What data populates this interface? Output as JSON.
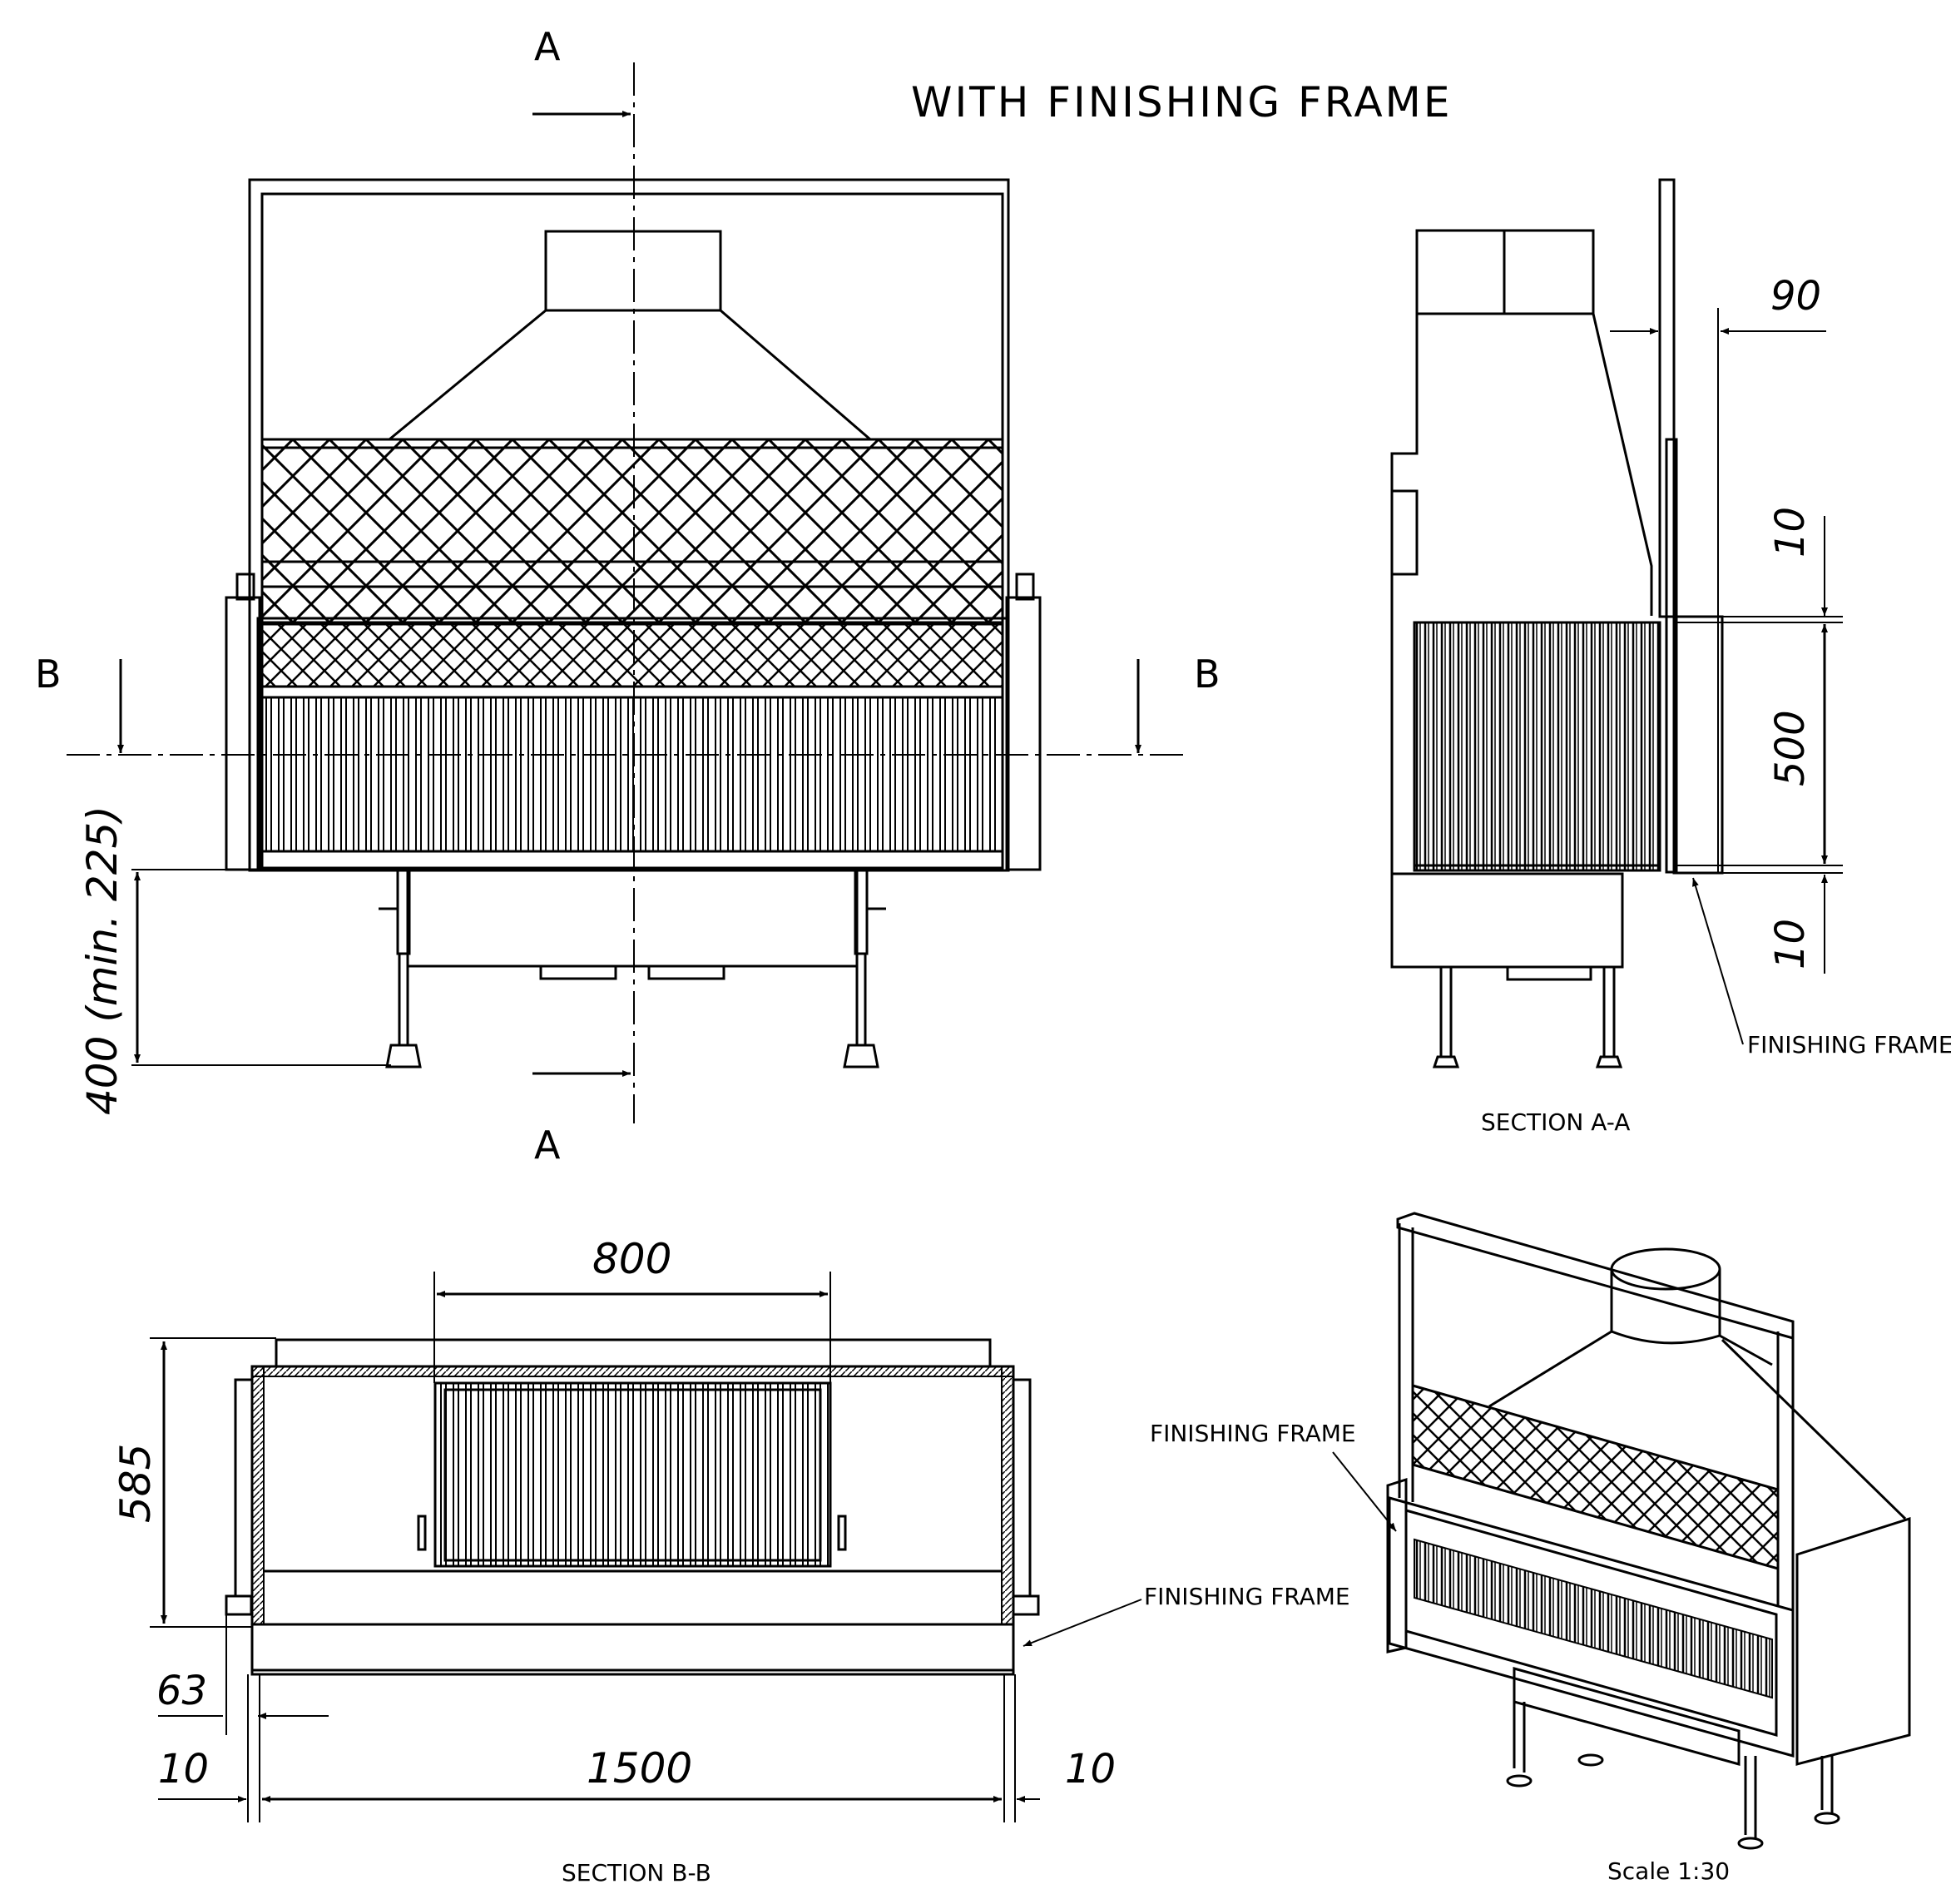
{
  "title": "WITH FINISHING FRAME",
  "section_markers": {
    "a_top": "A",
    "a_bottom": "A",
    "b_left": "B",
    "b_right": "B"
  },
  "front_view": {
    "height_dim": "400 (min. 225)"
  },
  "section_aa": {
    "caption": "SECTION A-A",
    "dims": {
      "d90": "90",
      "d10_top": "10",
      "d500": "500",
      "d10_bottom": "10"
    },
    "finishing_frame_label": "FINISHING FRAME"
  },
  "section_bb": {
    "caption": "SECTION B-B",
    "dims": {
      "d800": "800",
      "d585": "585",
      "d63": "63",
      "d10_left": "10",
      "d1500": "1500",
      "d10_right": "10"
    },
    "finishing_frame_label": "FINISHING FRAME"
  },
  "isometric": {
    "finishing_frame_label": "FINISHING FRAME",
    "scale": "Scale 1:30"
  }
}
